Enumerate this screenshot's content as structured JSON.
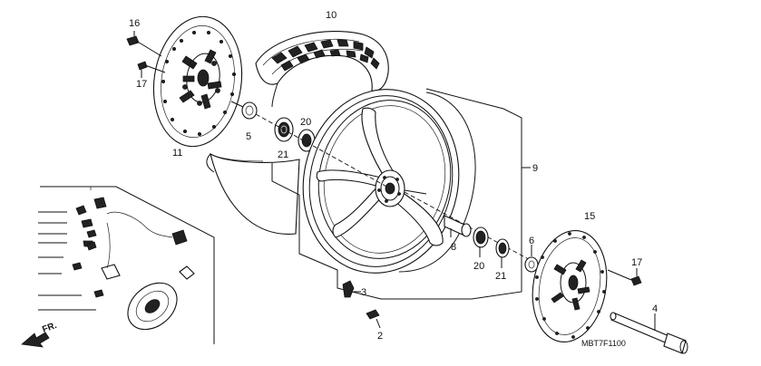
{
  "diagram": {
    "drawing_code": "MBT7F1100",
    "direction_mark": "FR.",
    "callouts": [
      {
        "id": "16",
        "part": "disc-bolt"
      },
      {
        "id": "17",
        "part": "disc-bolt"
      },
      {
        "id": "11",
        "part": "brake-disc-left"
      },
      {
        "id": "10",
        "part": "tire"
      },
      {
        "id": "5",
        "part": "side-collar"
      },
      {
        "id": "20",
        "part": "dust-seal"
      },
      {
        "id": "21",
        "part": "bearing"
      },
      {
        "id": "9",
        "part": "front-wheel"
      },
      {
        "id": "8",
        "part": "distance-collar"
      },
      {
        "id": "20",
        "part": "dust-seal-right"
      },
      {
        "id": "21",
        "part": "bearing-right"
      },
      {
        "id": "6",
        "part": "side-collar-right"
      },
      {
        "id": "3",
        "part": "valve"
      },
      {
        "id": "2",
        "part": "valve-cap"
      },
      {
        "id": "15",
        "part": "brake-disc-right"
      },
      {
        "id": "17",
        "part": "disc-bolt-right"
      },
      {
        "id": "4",
        "part": "axle"
      }
    ]
  }
}
